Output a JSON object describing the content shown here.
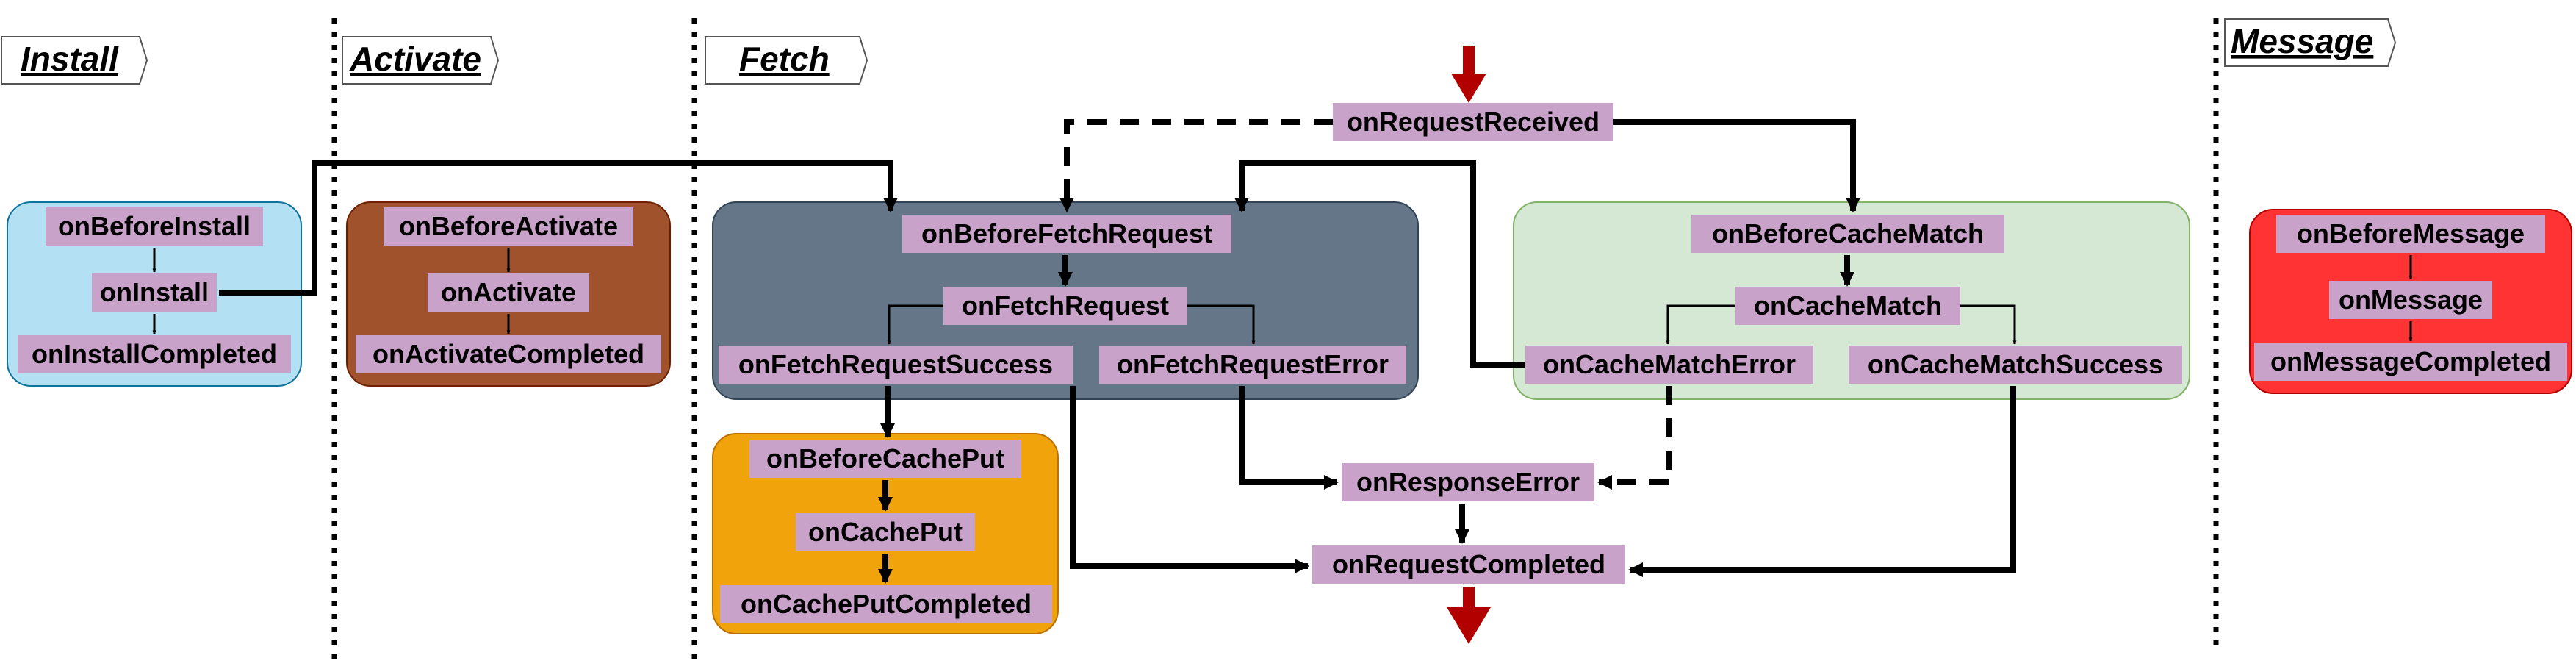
{
  "sections": {
    "install": "Install",
    "activate": "Activate",
    "fetch": "Fetch",
    "message": "Message"
  },
  "colors": {
    "install_group": "#b3e0f2",
    "activate_group": "#a0522d",
    "fetch_group": "#647687",
    "cache_match_group": "#d5e8d4",
    "cache_put_group": "#f0a30a",
    "message_group": "#ff3333",
    "node_label_bg": "#c8a2c8",
    "entry_exit_arrow": "#b20000"
  },
  "install": {
    "before": "onBeforeInstall",
    "main": "onInstall",
    "completed": "onInstallCompleted"
  },
  "activate": {
    "before": "onBeforeActivate",
    "main": "onActivate",
    "completed": "onActivateCompleted"
  },
  "fetch": {
    "request_received": "onRequestReceived",
    "before_fetch_request": "onBeforeFetchRequest",
    "fetch_request": "onFetchRequest",
    "fetch_request_success": "onFetchRequestSuccess",
    "fetch_request_error": "onFetchRequestError",
    "before_cache_match": "onBeforeCacheMatch",
    "cache_match": "onCacheMatch",
    "cache_match_error": "onCacheMatchError",
    "cache_match_success": "onCacheMatchSuccess",
    "before_cache_put": "onBeforeCachePut",
    "cache_put": "onCachePut",
    "cache_put_completed": "onCachePutCompleted",
    "response_error": "onResponseError",
    "request_completed": "onRequestCompleted"
  },
  "message": {
    "before": "onBeforeMessage",
    "main": "onMessage",
    "completed": "onMessageCompleted"
  }
}
